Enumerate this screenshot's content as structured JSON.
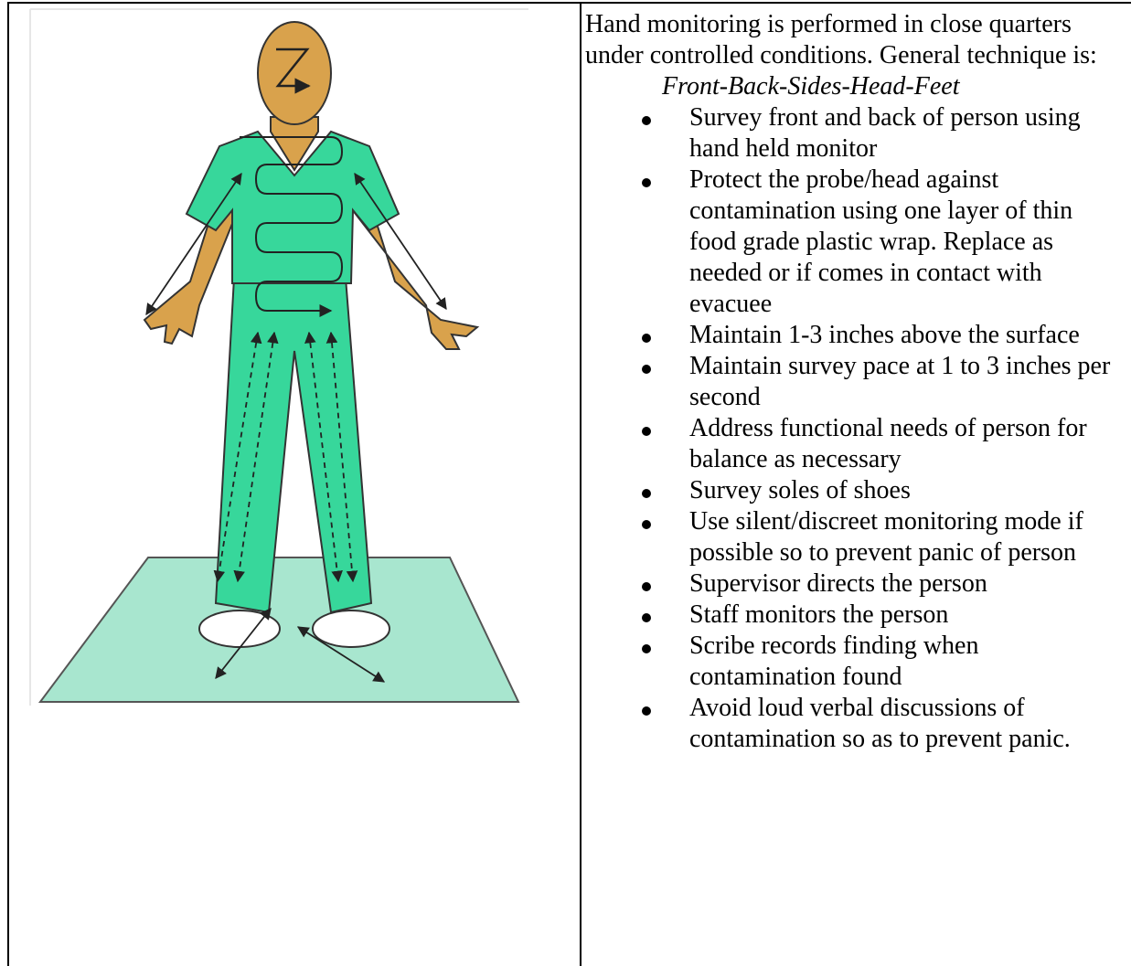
{
  "intro_text": "Hand monitoring is performed in close quarters under controlled conditions. General technique is:",
  "technique": "Front-Back-Sides-Head-Feet",
  "bullets": [
    "Survey front and back of person using hand held monitor",
    "Protect the probe/head against contamination using one layer of thin food grade plastic wrap. Replace as needed or if comes in contact with evacuee",
    "Maintain 1-3 inches above the surface",
    "Maintain survey pace at 1 to 3 inches per second",
    "Address functional needs of person for balance as necessary",
    "Survey soles of shoes",
    "Use silent/discreet monitoring mode if possible so to prevent panic of person",
    "Supervisor directs the person",
    "Staff monitors the person",
    "Scribe records finding when contamination found",
    "Avoid loud verbal discussions of contamination so as to prevent panic."
  ],
  "colors": {
    "scrubs": "#37D79B",
    "skin": "#D9A24C",
    "mat": "#A8E6CF",
    "outline": "#333333"
  }
}
